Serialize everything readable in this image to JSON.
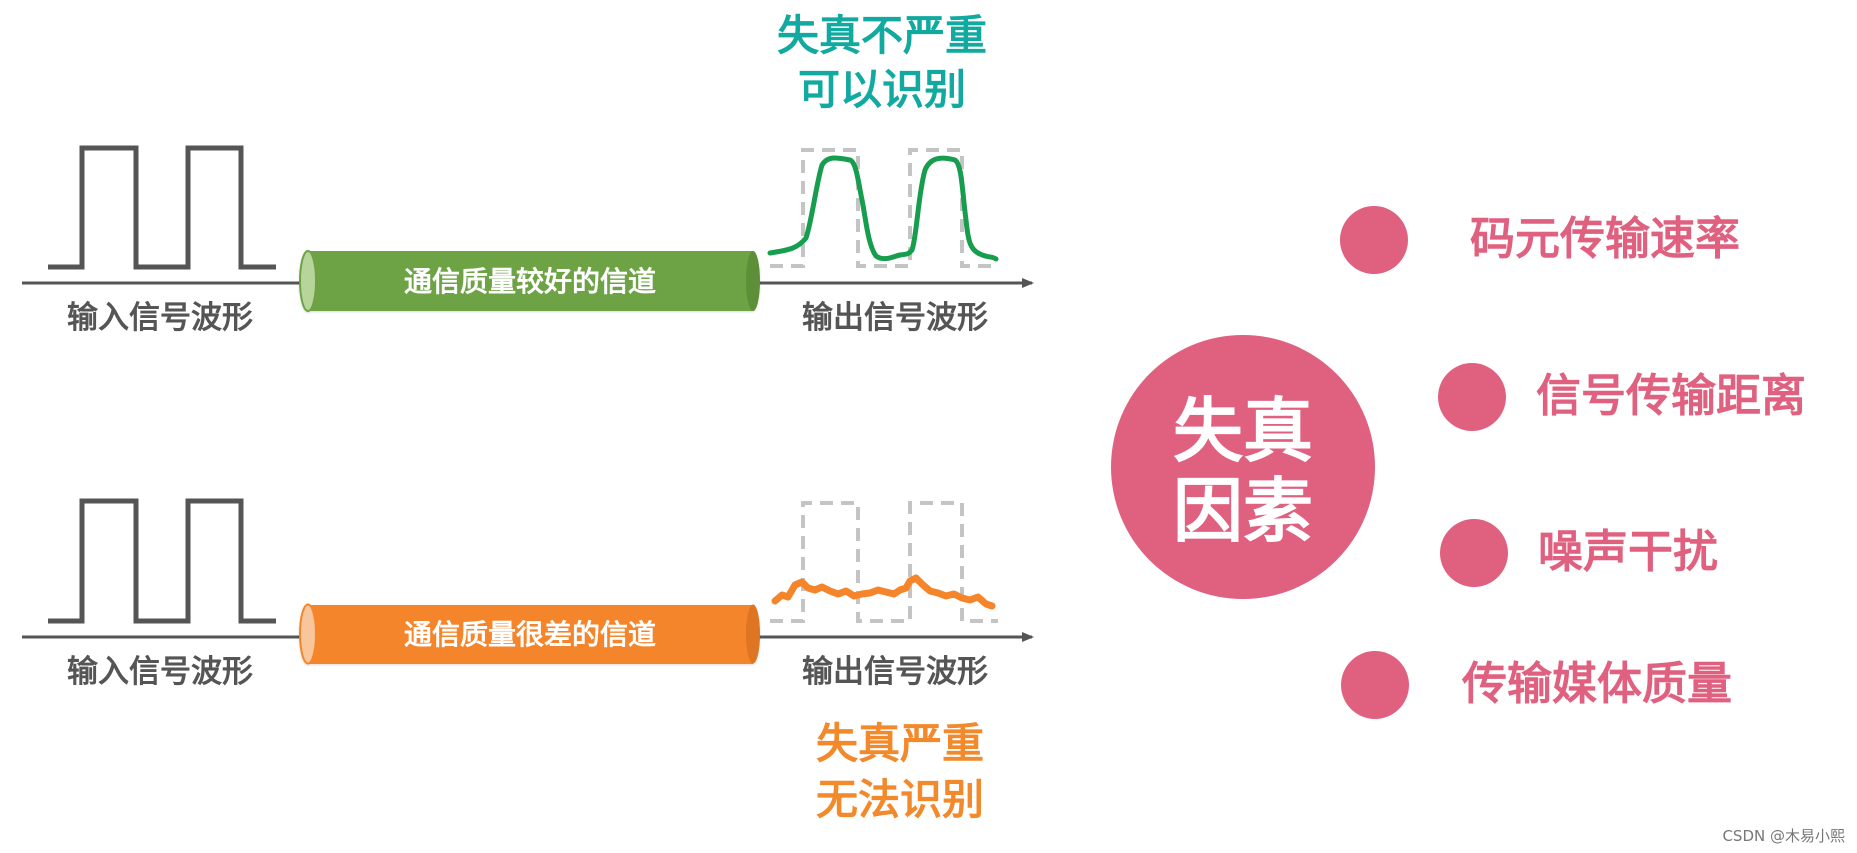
{
  "top_row": {
    "input_label": "输入信号波形",
    "channel_label": "通信质量较好的信道",
    "output_label": "输出信号波形",
    "note_line1": "失真不严重",
    "note_line2": "可以识别",
    "channel_color": "#6ea345",
    "output_wave_color": "#179d4e"
  },
  "bottom_row": {
    "input_label": "输入信号波形",
    "channel_label": "通信质量很差的信道",
    "output_label": "输出信号波形",
    "note_line1": "失真严重",
    "note_line2": "无法识别",
    "channel_color": "#f5852a",
    "output_wave_color": "#f5852a"
  },
  "center": {
    "line1": "失真",
    "line2": "因素",
    "color": "#e0607f"
  },
  "factors": [
    {
      "label": "码元传输速率"
    },
    {
      "label": "信号传输距离"
    },
    {
      "label": "噪声干扰"
    },
    {
      "label": "传输媒体质量"
    }
  ],
  "watermark": "CSDN @木易小熙"
}
